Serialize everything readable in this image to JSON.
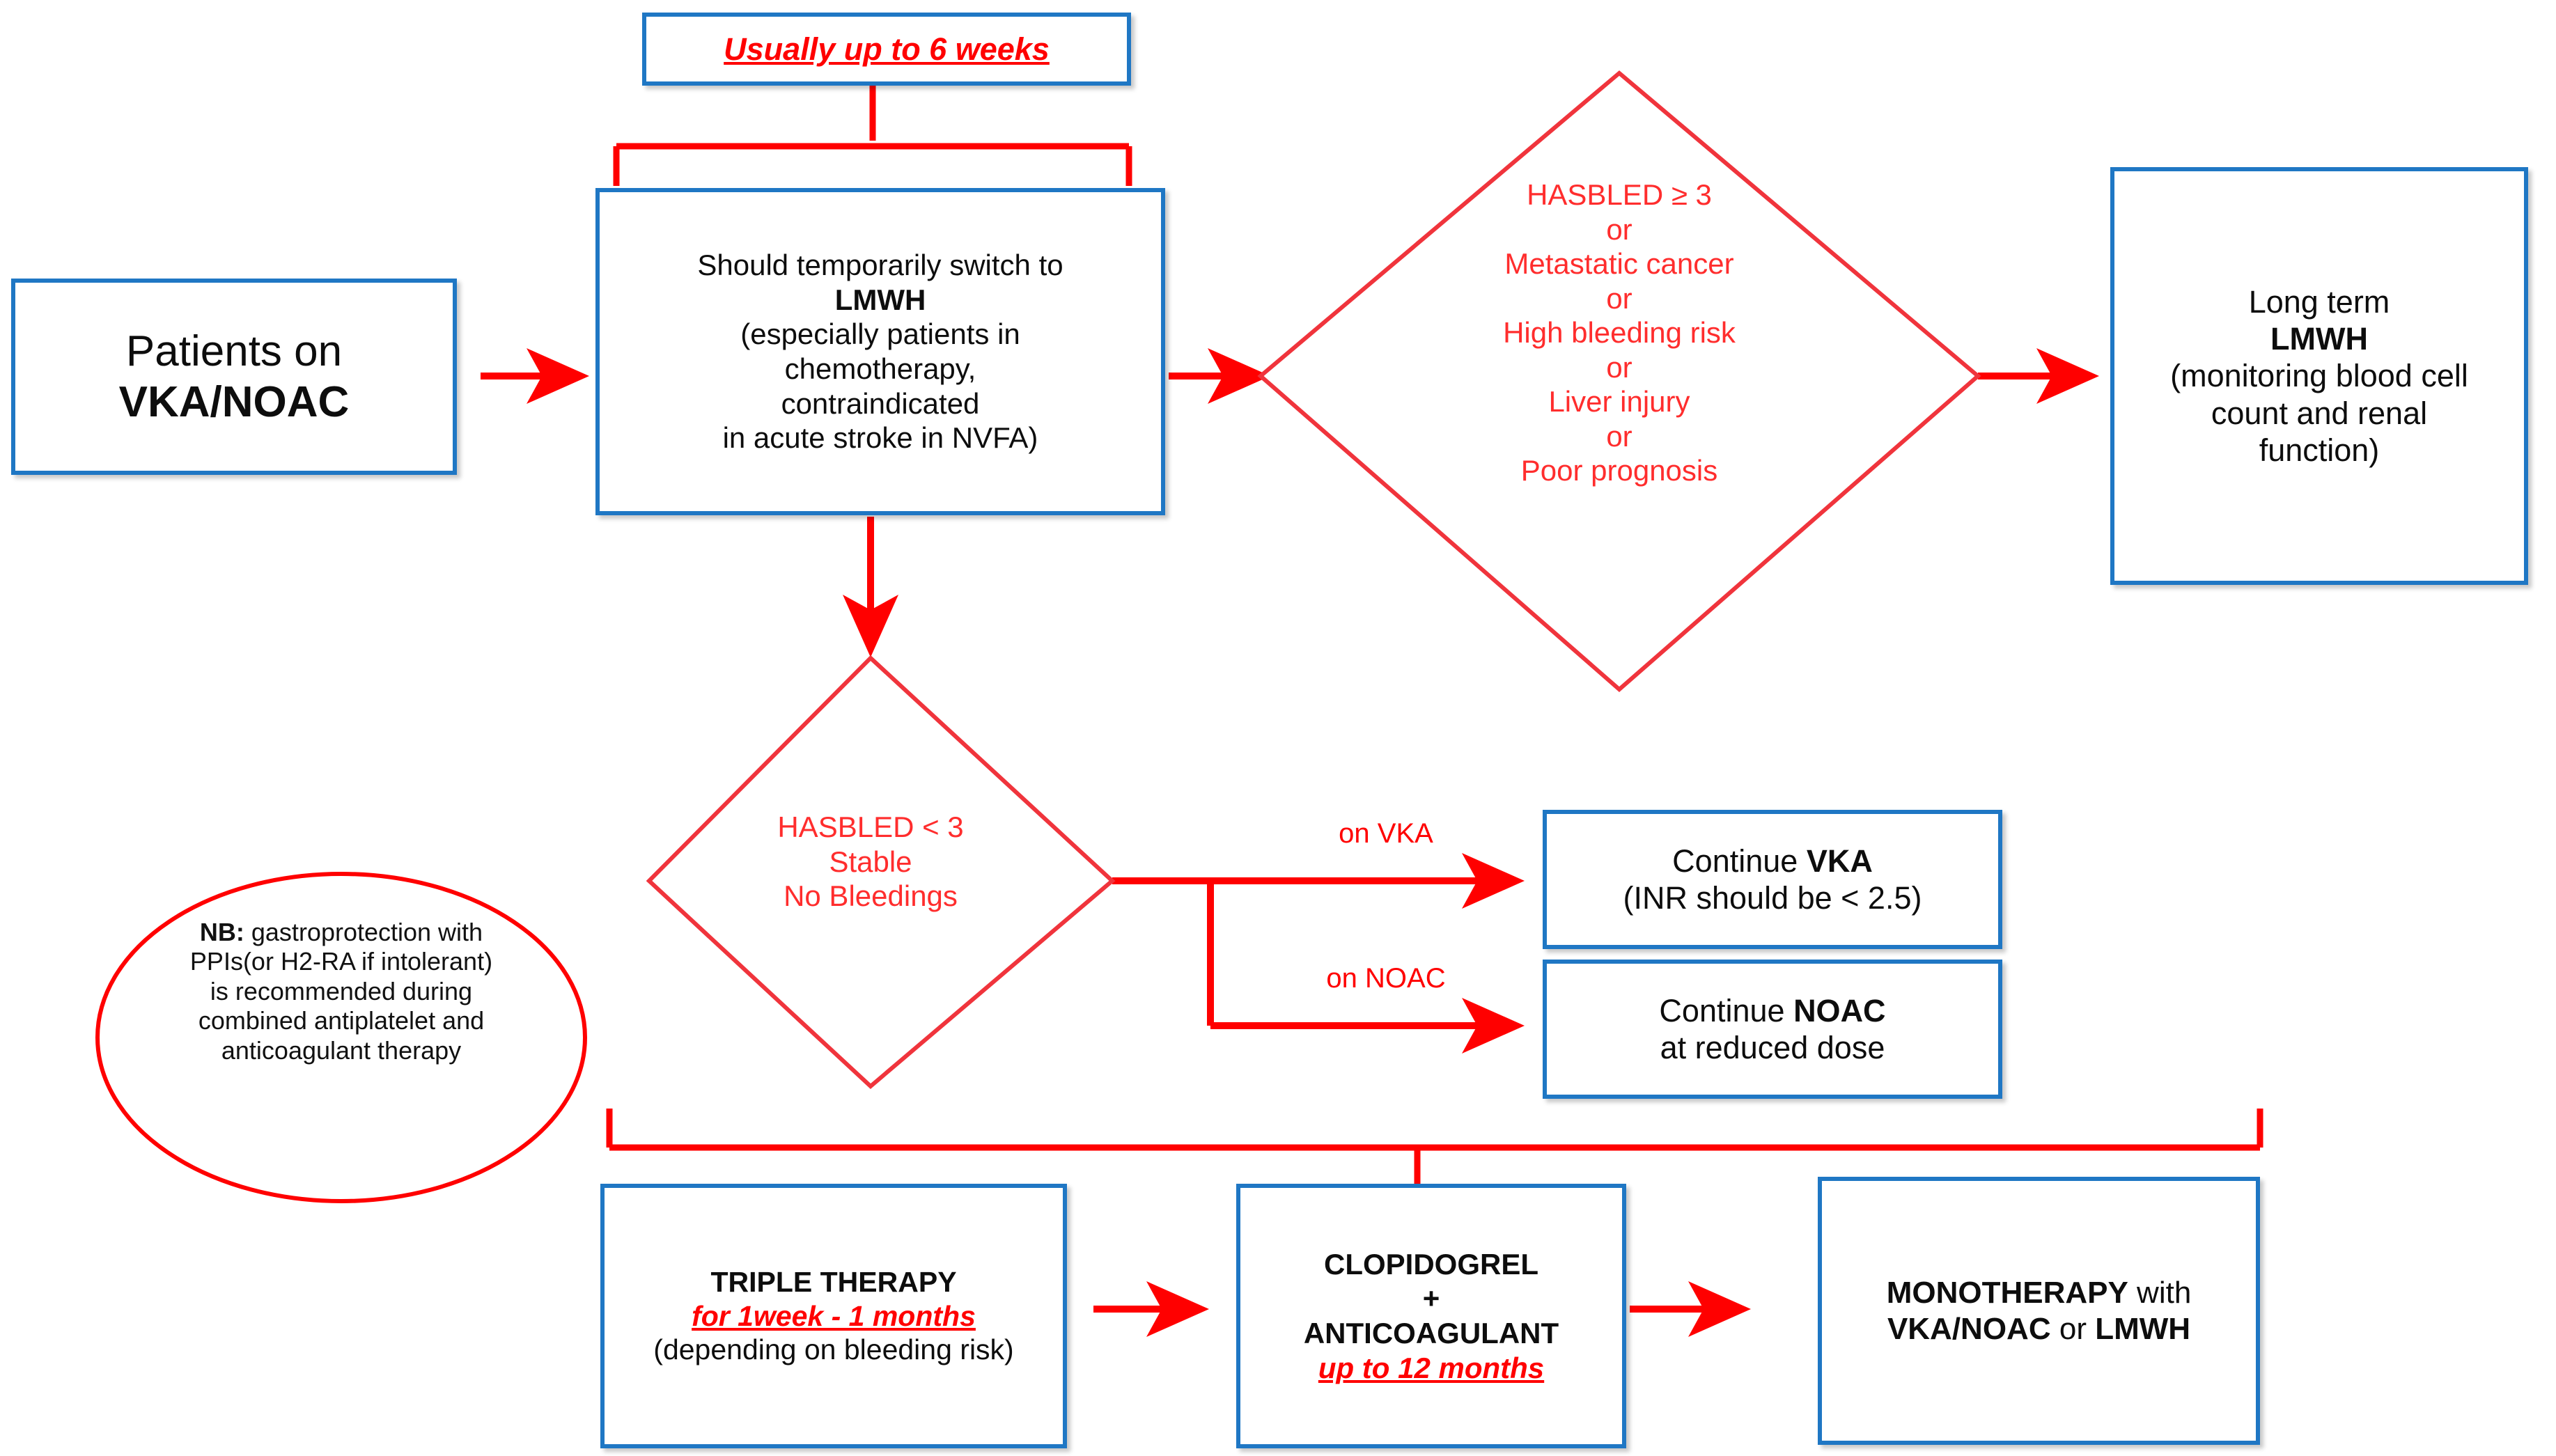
{
  "colors": {
    "box_border": "#1F77C4",
    "arrow_red": "#FF0000",
    "diamond_stroke": "#F0343C",
    "ellipse_stroke": "#FF0000",
    "text_dark": "#0D0D0D",
    "background": "#FFFFFF"
  },
  "nodes": {
    "duration_note": {
      "lines": [
        "Usually up to 6 weeks"
      ]
    },
    "patients": {
      "lines": [
        "Patients on",
        "VKA/NOAC"
      ]
    },
    "switch_lmwh": {
      "lines": [
        "Should temporarily switch to",
        "LMWH",
        "(especially patients in",
        "chemotherapy,",
        "contraindicated",
        "in acute stroke in NVFA)"
      ]
    },
    "hasbled_high": {
      "lines": [
        "HASBLED ≥ 3",
        "or",
        "Metastatic cancer",
        "or",
        "High bleeding risk",
        "or",
        "Liver injury",
        "or",
        "Poor prognosis"
      ]
    },
    "long_term_lmwh": {
      "lines": [
        "Long term",
        "LMWH",
        "(monitoring blood cell",
        "count and renal",
        "function)"
      ]
    },
    "hasbled_low": {
      "lines": [
        "HASBLED < 3",
        "Stable",
        "No Bleedings"
      ]
    },
    "continue_vka": {
      "lines": [
        "Continue VKA",
        "(INR should be < 2.5)"
      ]
    },
    "continue_noac": {
      "lines": [
        "Continue NOAC",
        "at reduced dose"
      ]
    },
    "nb_note": {
      "lines": [
        "NB: gastroprotection with",
        "PPIs(or H2-RA if intolerant)",
        "is recommended during",
        "combined antiplatelet and",
        "anticoagulant therapy"
      ]
    },
    "triple_therapy": {
      "lines": [
        "TRIPLE THERAPY",
        "for 1week - 1 months",
        "(depending on bleeding risk)"
      ]
    },
    "clopidogrel": {
      "lines": [
        "CLOPIDOGREL",
        "+",
        "ANTICOAGULANT",
        "up to 12 months"
      ]
    },
    "monotherapy": {
      "lines": [
        "MONOTHERAPY with",
        "VKA/NOAC or LMWH"
      ]
    }
  },
  "edge_labels": {
    "on_vka": "on VKA",
    "on_noac": "on NOAC"
  }
}
